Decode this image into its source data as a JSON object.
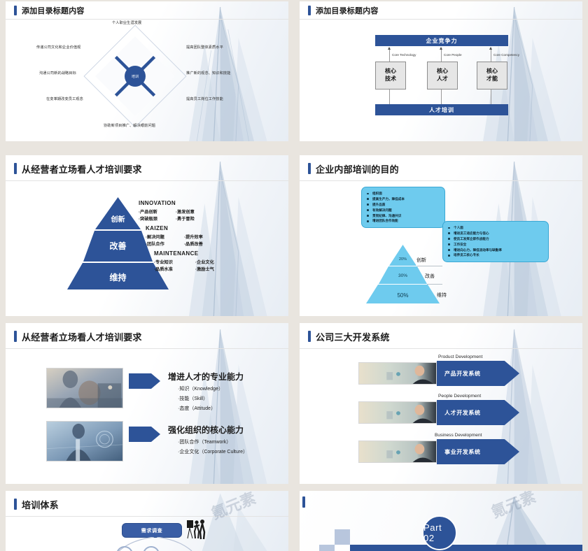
{
  "deck": {
    "background_color": "#e9e5df",
    "accent_color": "#2d5398",
    "light_accent_color": "#6ecbee",
    "watermark_text": "氪元素"
  },
  "slides": [
    {
      "id": "slide-1",
      "title": "添加目录标题内容",
      "diagram": {
        "type": "diamond-radial",
        "hub_label": "培训",
        "labels": {
          "top": "个人职业生涯发展",
          "top_left": "传递公司文化和企业价值观",
          "top_right": "提高团队整体素质水平",
          "mid_left": "沟通公司新的战略目标",
          "mid_right": "推广新的观念、知识和技能",
          "bottom_left": "在变革期改变员工观念",
          "bottom_right": "提高员工岗位工作技能",
          "bottom": "协助新项目推广、解决眼前问题"
        }
      }
    },
    {
      "id": "slide-2",
      "title": "添加目录标题内容",
      "diagram": {
        "type": "org-chart",
        "top_bar": "企业竞争力",
        "bottom_bar": "人才培训",
        "nodes": [
          {
            "en": "Core Technology",
            "line1": "核心",
            "line2": "技术"
          },
          {
            "en": "Core People",
            "line1": "核心",
            "line2": "人才"
          },
          {
            "en": "Core Competency",
            "line1": "核心",
            "line2": "才能"
          }
        ]
      }
    },
    {
      "id": "slide-3",
      "title": "从经营者立场看人才培训要求",
      "diagram": {
        "type": "pyramid-3",
        "tiers": [
          {
            "label": "创新",
            "heading": "INNOVATION",
            "items": [
              "·产品创新",
              "·激发创意",
              "·突破瓶颈",
              "·勇于冒险"
            ]
          },
          {
            "label": "改善",
            "heading": "KAIZEN",
            "items": [
              "·解决问题",
              "·提升效率",
              "·团队合作",
              "·品质改善"
            ]
          },
          {
            "label": "维持",
            "heading": "MAINTENANCE",
            "items": [
              "·专业知识",
              "·企业文化",
              "·品质水准",
              "·激励士气"
            ]
          }
        ]
      }
    },
    {
      "id": "slide-4",
      "title": "企业内部培训的目的",
      "diagram": {
        "type": "callouts-and-pyramid",
        "callout_1": [
          "组织面",
          "提高生产力，降低成本",
          "提升品质",
          "有效解决问题",
          "贯彻纪律、沟通共识",
          "增进团队合作效能"
        ],
        "callout_2": [
          "个人面",
          "增进员工适应能力与信心",
          "使员工发挥立即作战能力",
          "工作安全",
          "增进向心力，降低流动率与缺勤率",
          "培养员工核心专长"
        ],
        "pyramid": [
          {
            "percent": "20%",
            "label": "创新"
          },
          {
            "percent": "30%",
            "label": "改善"
          },
          {
            "percent": "50%",
            "label": "维持"
          }
        ]
      }
    },
    {
      "id": "slide-5",
      "title": "从经营者立场看人才培训要求",
      "diagram": {
        "type": "photo-arrow-list",
        "rows": [
          {
            "heading": "增进人才的专业能力",
            "items": [
              "·知识（Knowledge）",
              "·技能（Skill）",
              "·态度（Attitude）"
            ]
          },
          {
            "heading": "强化组织的核心能力",
            "items": [
              "·团队合作（Teamwork）",
              "·企业文化（Corporate Culture）"
            ]
          }
        ]
      }
    },
    {
      "id": "slide-6",
      "title": "公司三大开发系统",
      "diagram": {
        "type": "chevron-rows",
        "rows": [
          {
            "en": "Product Development",
            "cn": "产品开发系统"
          },
          {
            "en": "People Development",
            "cn": "人才开发系统"
          },
          {
            "en": "Business Development",
            "cn": "事业开发系统"
          }
        ]
      }
    },
    {
      "id": "slide-7",
      "title": "培训体系",
      "diagram": {
        "type": "training-system",
        "top_node": "需求调查"
      }
    },
    {
      "id": "slide-8",
      "title": "",
      "diagram": {
        "type": "section-divider",
        "part_label": "Part 02"
      }
    }
  ]
}
